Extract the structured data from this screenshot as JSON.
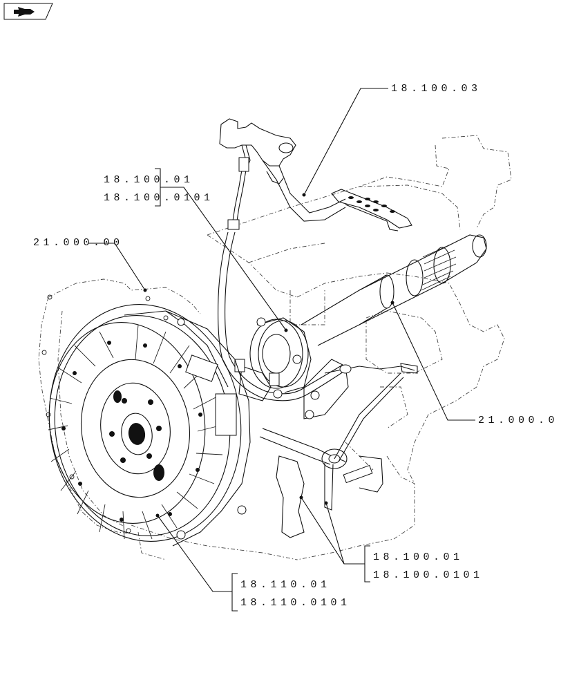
{
  "header": {
    "nav_icon": "forward-arrow-icon"
  },
  "callouts": {
    "pedal_ref": "18.100.03",
    "cable_ref_a": "18.100.01",
    "cable_ref_b": "18.100.0101",
    "housing_ref": "21.000.00",
    "shaft_ref": "21.000.0",
    "linkage_ref_a": "18.100.01",
    "linkage_ref_b": "18.100.0101",
    "clutch_ref_a": "18.110.01",
    "clutch_ref_b": "18.110.0101"
  },
  "colors": {
    "line": "#111111",
    "background": "#ffffff"
  }
}
